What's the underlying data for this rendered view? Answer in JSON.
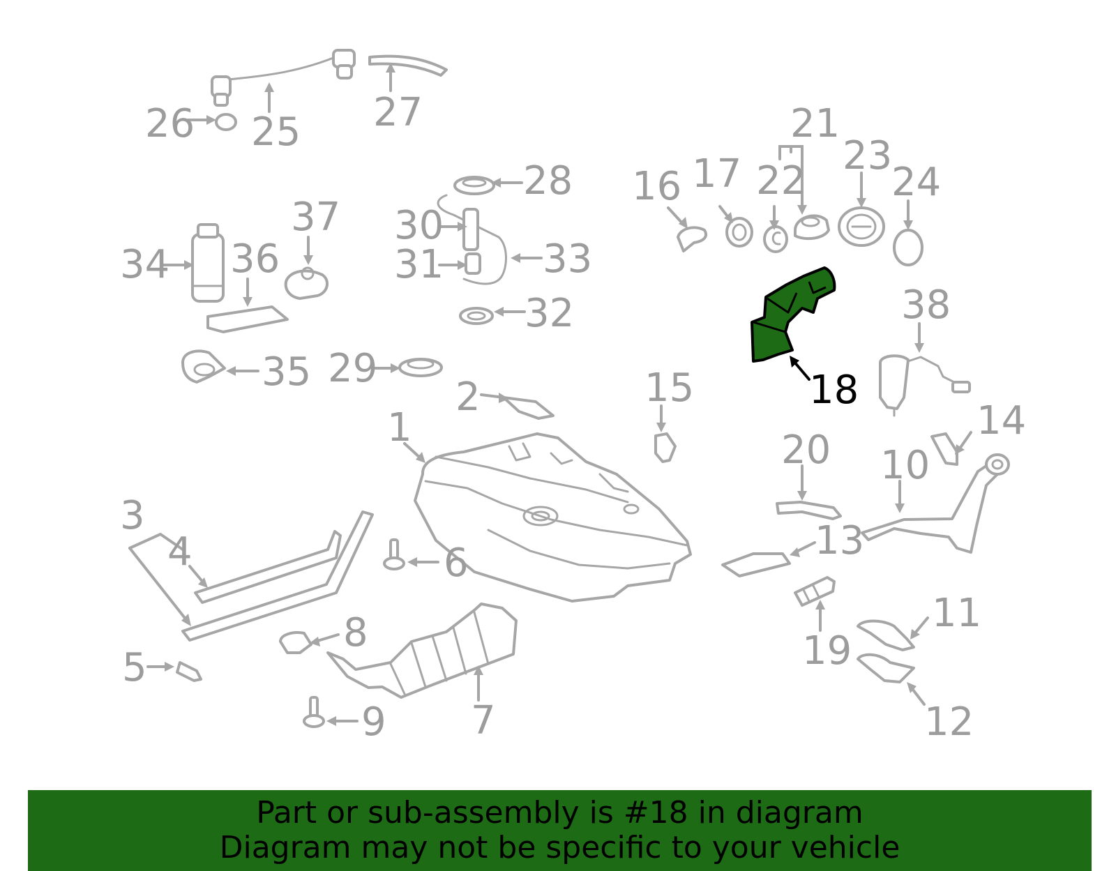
{
  "callouts": {
    "n1": "1",
    "n2": "2",
    "n3": "3",
    "n4": "4",
    "n5": "5",
    "n6": "6",
    "n7": "7",
    "n8": "8",
    "n9": "9",
    "n10": "10",
    "n11": "11",
    "n12": "12",
    "n13": "13",
    "n14": "14",
    "n15": "15",
    "n16": "16",
    "n17": "17",
    "n18": "18",
    "n19": "19",
    "n20": "20",
    "n21": "21",
    "n22": "22",
    "n23": "23",
    "n24": "24",
    "n25": "25",
    "n26": "26",
    "n27": "27",
    "n28": "28",
    "n29": "29",
    "n30": "30",
    "n31": "31",
    "n32": "32",
    "n33": "33",
    "n34": "34",
    "n35": "35",
    "n36": "36",
    "n37": "37",
    "n38": "38"
  },
  "highlighted_part": "18",
  "banner": {
    "line1": "Part or sub-assembly is #18 in diagram",
    "line2": "Diagram may not be specific to your vehicle"
  },
  "colors": {
    "highlight_fill": "#1e6b16",
    "banner_bg": "#1e6b16",
    "line_gray": "#a6a6a6",
    "label_gray": "#9c9c9c"
  }
}
